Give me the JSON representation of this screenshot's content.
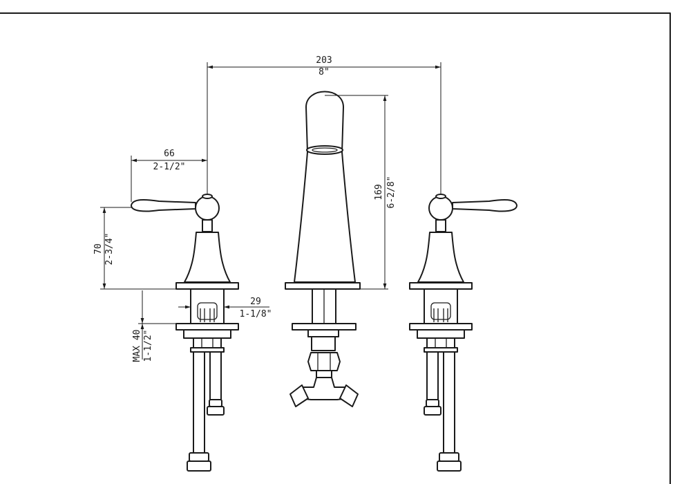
{
  "dimensions": {
    "spread": {
      "mm": "203",
      "inch": "8\""
    },
    "handle_reach": {
      "mm": "66",
      "inch": "2-1/2\""
    },
    "spout_height": {
      "mm": "169",
      "inch": "6-2/8\""
    },
    "handle_height": {
      "mm": "70",
      "inch": "2-3/4\""
    },
    "shank_diameter": {
      "mm": "29",
      "inch": "1-1/8\""
    },
    "deck_thickness": {
      "mm": "MAX 40",
      "inch": "1-1/2\""
    }
  }
}
